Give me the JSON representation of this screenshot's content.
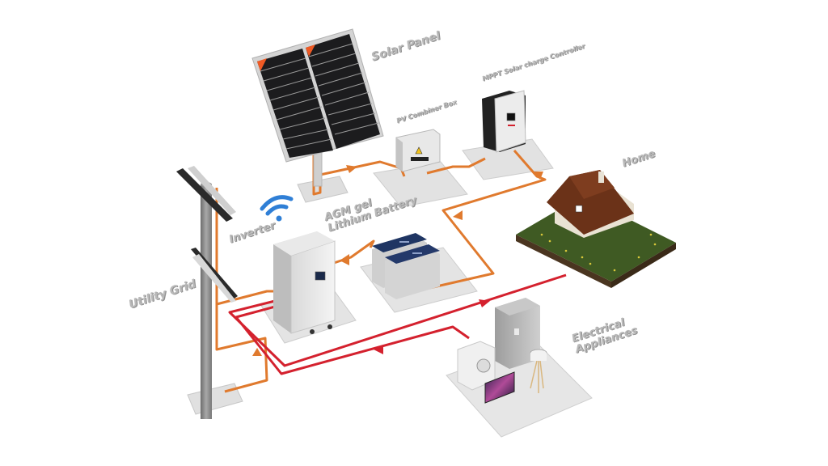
{
  "diagram": {
    "title": "Hybrid solar power system",
    "labels": {
      "solar_panel": "Solar Panel",
      "pv_combiner_box": "PV Combiner Box",
      "mppt_controller": "MPPT Solar charge Controller",
      "home": "Home",
      "battery_line1": "AGM gel",
      "battery_line2": "Lithium Battery",
      "inverter": "Inverter",
      "utility_grid": "Utility Grid",
      "appliances_line1": "Electrical",
      "appliances_line2": "Appliances"
    },
    "colors": {
      "dc_wire": "#e07a2e",
      "ac_wire": "#d4212e",
      "label": "#b9b9b9",
      "panel_cell": "#1c1c1e",
      "panel_corner": "#ef5a24",
      "battery_top": "#1f3563",
      "wifi": "#2f7fd6",
      "roof": "#6b3218",
      "grass": "#3f5a23",
      "platform": "#e1e1e1"
    },
    "flows": [
      {
        "from": "Solar Panel",
        "to": "PV Combiner Box",
        "type": "dc"
      },
      {
        "from": "PV Combiner Box",
        "to": "MPPT Solar charge Controller",
        "type": "dc"
      },
      {
        "from": "MPPT Solar charge Controller",
        "to": "AGM gel Lithium Battery",
        "type": "dc"
      },
      {
        "from": "AGM gel Lithium Battery",
        "to": "Inverter",
        "type": "dc"
      },
      {
        "from": "Utility Grid",
        "to": "Inverter",
        "type": "ac"
      },
      {
        "from": "Inverter",
        "to": "Home",
        "type": "ac"
      },
      {
        "from": "Inverter",
        "to": "Electrical Appliances",
        "type": "ac"
      }
    ]
  }
}
